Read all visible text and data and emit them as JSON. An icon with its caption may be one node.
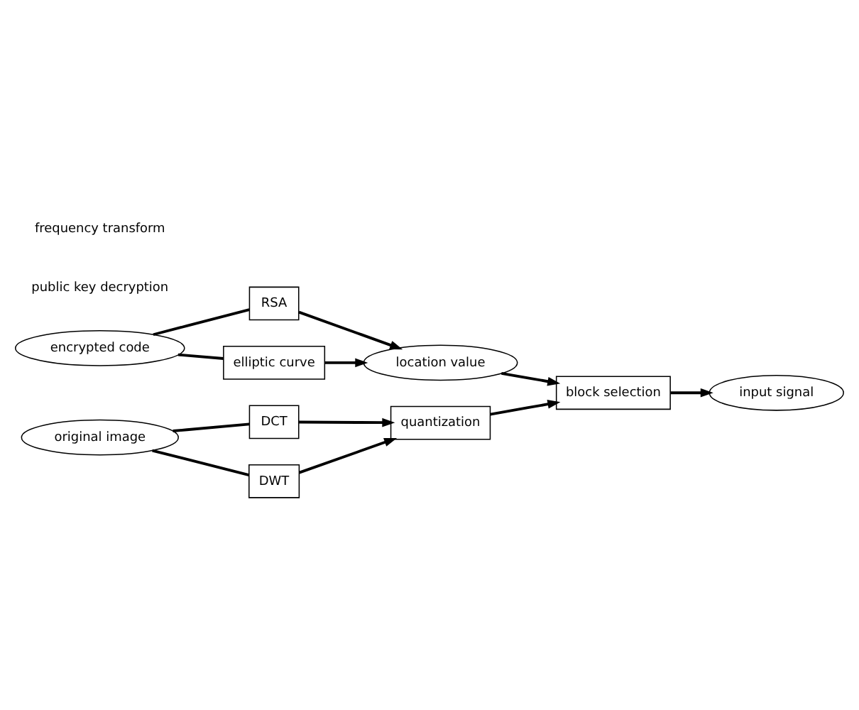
{
  "diagram": {
    "nodes": [
      {
        "text": [
          "encrypted code"
        ]
      },
      {
        "text": [
          "RSA"
        ]
      },
      {
        "text": [
          "elliptic curve"
        ]
      },
      {
        "text": [
          "location value"
        ]
      },
      {
        "text": [
          "original image"
        ]
      },
      {
        "text": [
          "quantization"
        ]
      },
      {
        "text": [
          "block selection"
        ]
      },
      {
        "text": [
          "DCT"
        ]
      },
      {
        "text": [
          "DWT"
        ]
      },
      {
        "text": [
          "input signal"
        ]
      }
    ],
    "edges": [
      {
        "from": 0,
        "to": 1,
        "arrow": "none"
      },
      {
        "from": 0,
        "to": 2,
        "arrow": "none"
      },
      {
        "from": 1,
        "to": 3,
        "arrow": "to"
      },
      {
        "from": 2,
        "to": 3,
        "arrow": "to"
      },
      {
        "from": 3,
        "to": 6,
        "arrow": "to"
      },
      {
        "from": 4,
        "to": 7,
        "arrow": "none"
      },
      {
        "from": 4,
        "to": 8,
        "arrow": "none"
      },
      {
        "from": 7,
        "to": 5,
        "arrow": "to"
      },
      {
        "from": 8,
        "to": 5,
        "arrow": "to"
      },
      {
        "from": 5,
        "to": 6,
        "arrow": "to"
      },
      {
        "from": 6,
        "to": 9,
        "arrow": "to"
      }
    ],
    "labels": [
      "public key decryption",
      "frequency transform"
    ]
  }
}
